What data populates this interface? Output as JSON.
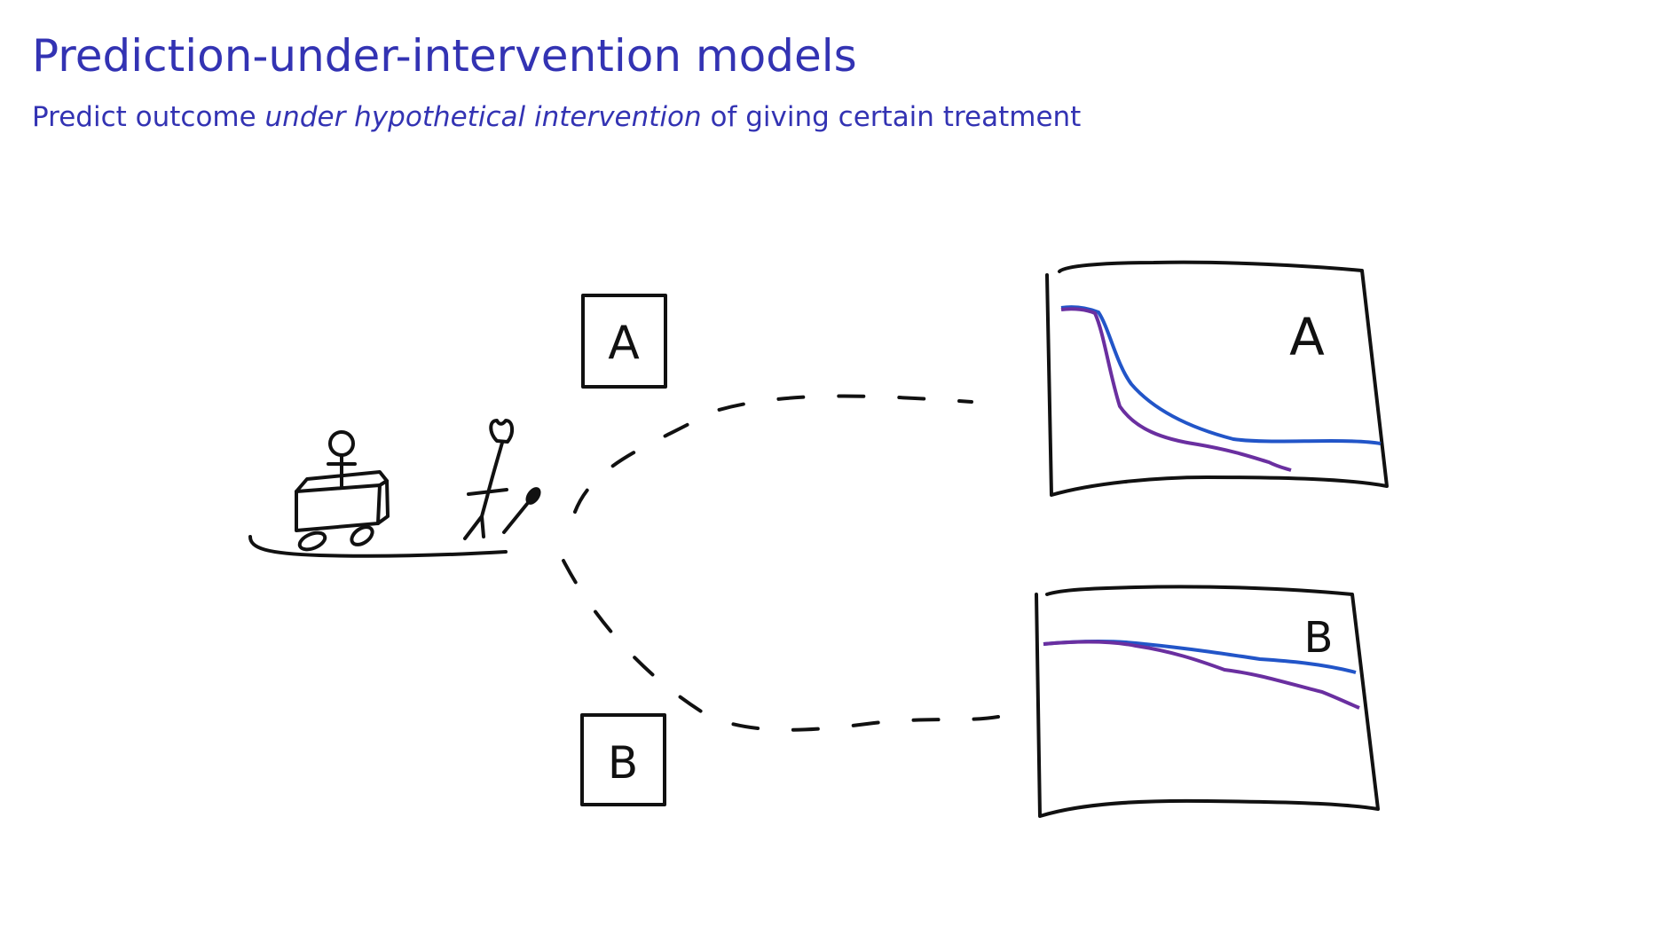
{
  "slide": {
    "title": "Prediction-under-intervention models",
    "subtitle_pre": "Predict outcome ",
    "subtitle_em": "under hypothetical intervention",
    "subtitle_post": " of giving certain treatment"
  },
  "diagram": {
    "option_a": "A",
    "option_b": "B",
    "chart_a_label": "A",
    "chart_b_label": "B",
    "colors": {
      "title": "#3333b3",
      "curve_blue": "#2255c8",
      "curve_purple": "#6a2fa0",
      "ink": "#111111"
    }
  }
}
